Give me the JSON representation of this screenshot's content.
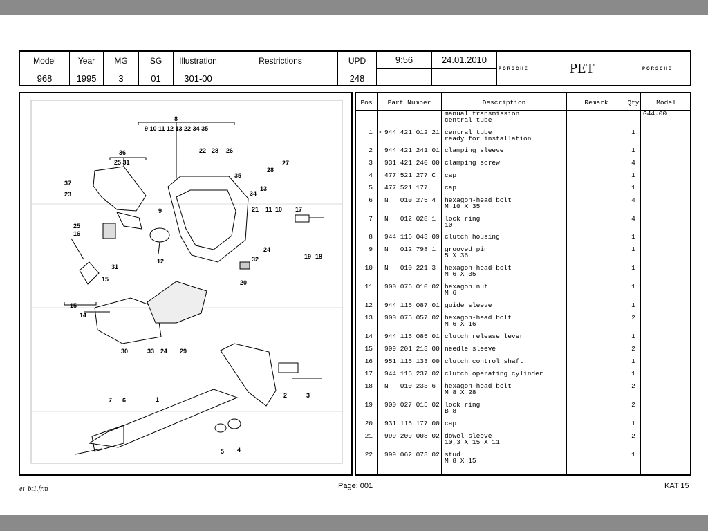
{
  "header": {
    "fields": [
      {
        "label": "Model",
        "value": "968"
      },
      {
        "label": "Year",
        "value": "1995"
      },
      {
        "label": "MG",
        "value": "3"
      },
      {
        "label": "SG",
        "value": "01"
      },
      {
        "label": "Illustration",
        "value": "301-00"
      },
      {
        "label": "Restrictions",
        "value": ""
      },
      {
        "label": "UPD",
        "value": "248"
      }
    ],
    "time": "9:56",
    "date": "24.01.2010",
    "brand_left": "PORSCHE",
    "title": "PET",
    "brand_right": "PORSCHE"
  },
  "table": {
    "columns": [
      "Pos",
      "Part Number",
      "Description",
      "Remark",
      "Qty",
      "Model"
    ],
    "rows": [
      {
        "pos": "",
        "flag": "",
        "part": "",
        "desc1": "manual transmission",
        "desc2": "central tube",
        "qty": "",
        "model": "G44.00"
      },
      {
        "pos": "1",
        "flag": ">",
        "part": "944 421 012 21",
        "desc1": "central tube",
        "desc2": "ready for installation",
        "qty": "1",
        "model": ""
      },
      {
        "pos": "2",
        "flag": "",
        "part": "944 421 241 01",
        "desc1": "clamping sleeve",
        "desc2": "",
        "qty": "1",
        "model": ""
      },
      {
        "pos": "3",
        "flag": "",
        "part": "931 421 240 00",
        "desc1": "clamping screw",
        "desc2": "",
        "qty": "4",
        "model": ""
      },
      {
        "pos": "4",
        "flag": "",
        "part": "477 521 277 C",
        "desc1": "cap",
        "desc2": "",
        "qty": "1",
        "model": ""
      },
      {
        "pos": "5",
        "flag": "",
        "part": "477 521 177",
        "desc1": "cap",
        "desc2": "",
        "qty": "1",
        "model": ""
      },
      {
        "pos": "6",
        "flag": "",
        "part": "N   010 275 4",
        "desc1": "hexagon-head bolt",
        "desc2": "M 10 X 35",
        "qty": "4",
        "model": ""
      },
      {
        "pos": "7",
        "flag": "",
        "part": "N   012 028 1",
        "desc1": "lock ring",
        "desc2": "10",
        "qty": "4",
        "model": ""
      },
      {
        "pos": "8",
        "flag": "",
        "part": "944 116 043 09",
        "desc1": "clutch housing",
        "desc2": "",
        "qty": "1",
        "model": ""
      },
      {
        "pos": "9",
        "flag": "",
        "part": "N   012 798 1",
        "desc1": "grooved pin",
        "desc2": "5 X 36",
        "qty": "1",
        "model": ""
      },
      {
        "pos": "10",
        "flag": "",
        "part": "N   010 221 3",
        "desc1": "hexagon-head bolt",
        "desc2": "M 6 X 35",
        "qty": "1",
        "model": ""
      },
      {
        "pos": "11",
        "flag": "",
        "part": "900 076 010 02",
        "desc1": "hexagon nut",
        "desc2": "M 6",
        "qty": "1",
        "model": ""
      },
      {
        "pos": "12",
        "flag": "",
        "part": "944 116 087 01",
        "desc1": "guide sleeve",
        "desc2": "",
        "qty": "1",
        "model": ""
      },
      {
        "pos": "13",
        "flag": "",
        "part": "900 075 057 02",
        "desc1": "hexagon-head bolt",
        "desc2": "M 6 X 16",
        "qty": "2",
        "model": ""
      },
      {
        "pos": "14",
        "flag": "",
        "part": "944 116 085 01",
        "desc1": "clutch release lever",
        "desc2": "",
        "qty": "1",
        "model": ""
      },
      {
        "pos": "15",
        "flag": "",
        "part": "999 201 213 00",
        "desc1": "needle sleeve",
        "desc2": "",
        "qty": "2",
        "model": ""
      },
      {
        "pos": "16",
        "flag": "",
        "part": "951 116 133 00",
        "desc1": "clutch control shaft",
        "desc2": "",
        "qty": "1",
        "model": ""
      },
      {
        "pos": "17",
        "flag": "",
        "part": "944 116 237 02",
        "desc1": "clutch operating cylinder",
        "desc2": "",
        "qty": "1",
        "model": ""
      },
      {
        "pos": "18",
        "flag": "",
        "part": "N   010 233 6",
        "desc1": "hexagon-head bolt",
        "desc2": "M 8 X 28",
        "qty": "2",
        "model": ""
      },
      {
        "pos": "19",
        "flag": "",
        "part": "900 027 015 02",
        "desc1": "lock ring",
        "desc2": "B 8",
        "qty": "2",
        "model": ""
      },
      {
        "pos": "20",
        "flag": "",
        "part": "931 116 177 00",
        "desc1": "cap",
        "desc2": "",
        "qty": "1",
        "model": ""
      },
      {
        "pos": "21",
        "flag": "",
        "part": "999 209 008 02",
        "desc1": "dowel sleeve",
        "desc2": "10,3 X 15 X 11",
        "qty": "2",
        "model": ""
      },
      {
        "pos": "22",
        "flag": "",
        "part": "999 062 073 02",
        "desc1": "stud",
        "desc2": "M 8 X 15",
        "qty": "1",
        "model": ""
      }
    ]
  },
  "diagram": {
    "group_8": "8",
    "group_8_items": "9 10 11  12 13 22 34 35",
    "group_36": "36",
    "group_36_items": "25  31",
    "labels": [
      "37",
      "23",
      "22",
      "28",
      "26",
      "28",
      "27",
      "35",
      "34",
      "13",
      "9",
      "21",
      "11",
      "10",
      "17",
      "25",
      "16",
      "12",
      "24",
      "19",
      "18",
      "31",
      "15",
      "32",
      "20",
      "15",
      "14",
      "30",
      "33",
      "24",
      "29",
      "7",
      "6",
      "1",
      "2",
      "3",
      "5",
      "4"
    ]
  },
  "footer": {
    "file": "et_bt1.frm",
    "page": "Page: 001",
    "catalog": "KAT 15"
  }
}
